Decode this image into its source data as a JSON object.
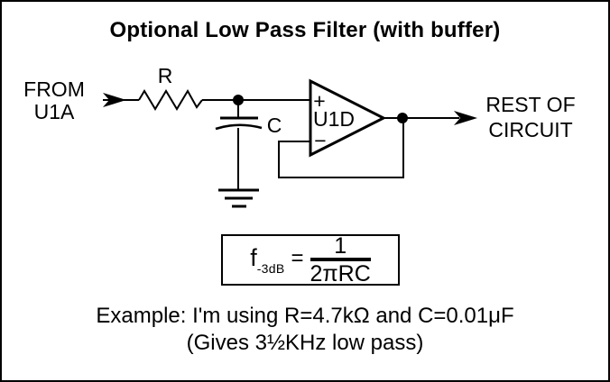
{
  "title": "Optional Low Pass Filter (with buffer)",
  "colors": {
    "ink": "#000000",
    "paper": "#ffffff"
  },
  "circuit": {
    "from_label_line1": "FROM",
    "from_label_line2": "U1A",
    "resistor_label": "R",
    "capacitor_label": "C",
    "opamp_label": "U1D",
    "opamp_plus": "+",
    "opamp_minus": "−",
    "rest_label_line1": "REST OF",
    "rest_label_line2": "CIRCUIT"
  },
  "formula": {
    "f": "f",
    "subscript": "-3dB",
    "equals": "=",
    "numerator": "1",
    "denominator": "2πRC"
  },
  "example": {
    "line1": "Example: I'm using R=4.7kΩ and C=0.01μF",
    "line2": "(Gives 3½KHz low pass)"
  }
}
